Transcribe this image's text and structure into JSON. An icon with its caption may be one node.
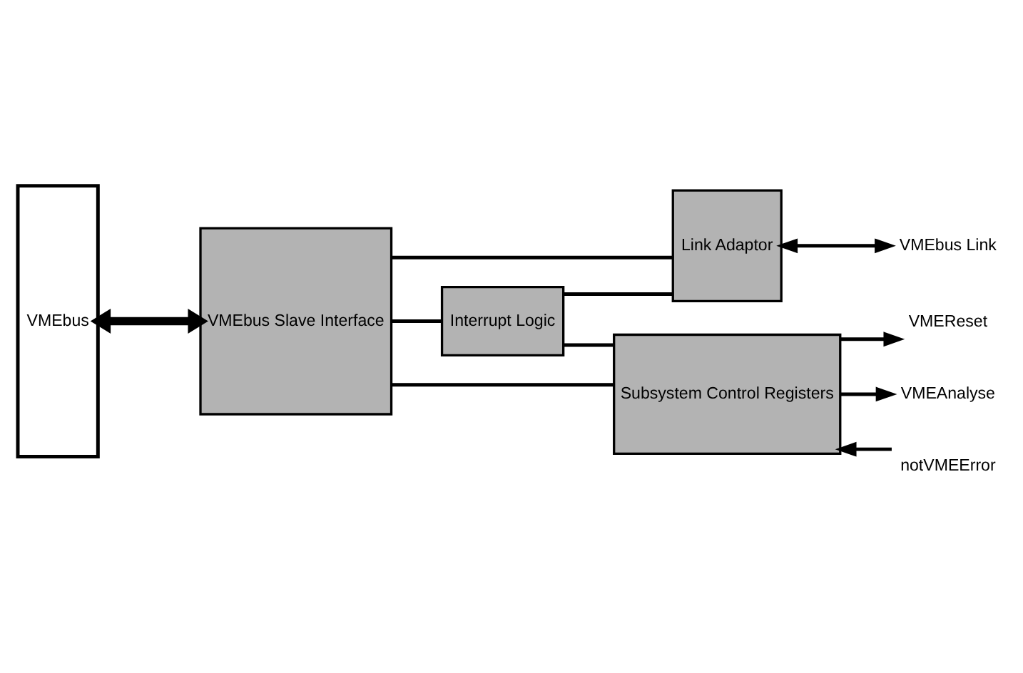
{
  "diagram": {
    "nodes": [
      {
        "text": [
          "VMEbus"
        ]
      },
      {
        "text": [
          "VMEbus Slave Interface"
        ]
      },
      {
        "text": [
          "Link Adaptor"
        ]
      },
      {
        "text": [
          "Interrupt Logic"
        ]
      },
      {
        "text": [
          "Subsystem Control Registers"
        ]
      },
      {
        "text": [
          "VMEbus Link"
        ]
      },
      {
        "text": [
          "VMEReset"
        ]
      },
      {
        "text": [
          "VMEAnalyse"
        ]
      },
      {
        "text": [
          "notVMEError"
        ]
      }
    ],
    "edges": [
      {
        "from": 0,
        "to": 1,
        "arrow": "both",
        "style": "thick"
      },
      {
        "from": 1,
        "to": 2,
        "arrow": "none"
      },
      {
        "from": 1,
        "to": 4,
        "arrow": "none"
      },
      {
        "from": 2,
        "to": 5,
        "arrow": "both"
      },
      {
        "from": 1,
        "to": 3,
        "arrow": "none"
      },
      {
        "from": 3,
        "to": 2,
        "arrow": "none"
      },
      {
        "from": 3,
        "to": 4,
        "arrow": "none"
      },
      {
        "from": 4,
        "to": 6,
        "arrow": "to"
      },
      {
        "from": 4,
        "to": 7,
        "arrow": "to"
      },
      {
        "from": 8,
        "to": 4,
        "arrow": "to"
      }
    ]
  }
}
